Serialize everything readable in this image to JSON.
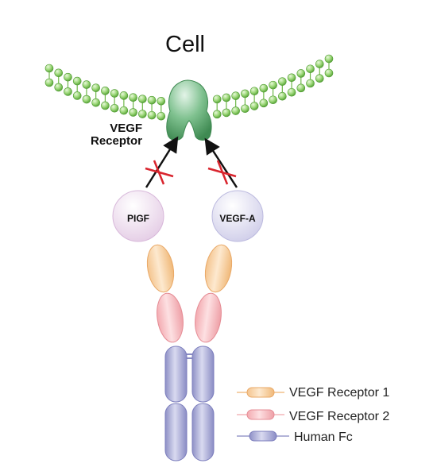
{
  "title": "Cell",
  "receptor_label_line1": "VEGF",
  "receptor_label_line2": "Receptor",
  "ligands": [
    {
      "label": "PIGF",
      "fill": "#e4cce5"
    },
    {
      "label": "VEGF-A",
      "fill": "#cfcde9"
    }
  ],
  "legend": [
    {
      "label": "VEGF Receptor 1",
      "color": "#f2c08a"
    },
    {
      "label": "VEGF Receptor 2",
      "color": "#f3b5ba"
    },
    {
      "label": "Human Fc",
      "color": "#9a9ccc"
    }
  ],
  "colors": {
    "membrane": "#7ec85a",
    "receptor": "#5aa06a",
    "blocked_cross": "#d9252e",
    "arrow": "#111111"
  },
  "icons": [
    "lipid-bilayer",
    "receptor",
    "blocked-cross",
    "arrow",
    "ligand-sphere",
    "fc-domain"
  ]
}
